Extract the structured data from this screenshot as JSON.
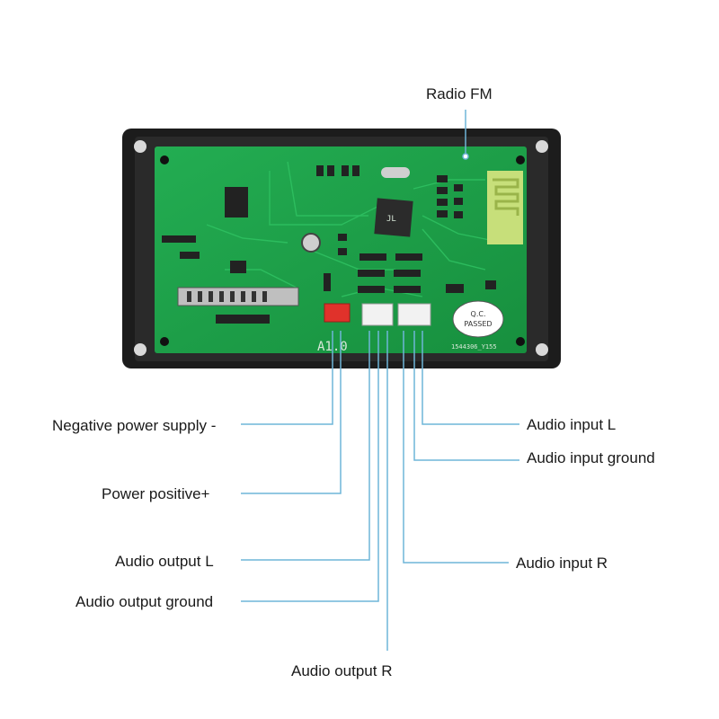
{
  "board": {
    "version_mark": "A1.0",
    "qc_line1": "Q.C.",
    "qc_line2": "PASSED",
    "serial": "1544306_Y155"
  },
  "labels": {
    "radio_fm": "Radio FM",
    "negative_power": "Negative power supply -",
    "power_positive": "Power positive+",
    "audio_output_l": "Audio output L",
    "audio_output_ground": "Audio output ground",
    "audio_output_r": "Audio output R",
    "audio_input_l": "Audio input L",
    "audio_input_ground": "Audio input ground",
    "audio_input_r": "Audio input R"
  },
  "colors": {
    "pcb": "#1fa34a",
    "frame": "#1c1c1c",
    "leader": "#6fb5d8",
    "text": "#1a1a1a"
  }
}
